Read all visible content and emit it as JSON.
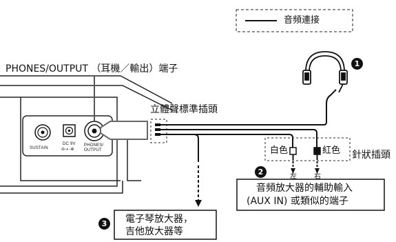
{
  "legend": {
    "label": "音頻連接"
  },
  "labels": {
    "phones_output": "PHONES/OUTPUT （耳機／輸出）端子",
    "stereo_plug": "立體聲標準插頭",
    "pin_plug": "針狀插頭",
    "white": "白色",
    "red": "紅色",
    "left": "左",
    "right": "右"
  },
  "panel": {
    "sustain": "SUSTAIN",
    "dc_line1": "DC 9V",
    "dc_line2": "⊖-◐-⊕",
    "phones_line1": "PHONES/",
    "phones_line2": "OUTPUT"
  },
  "callouts": [
    {
      "number": "1"
    },
    {
      "number": "2",
      "line1": "音頻放大器的輔助輸入",
      "line2": "(AUX IN) 或類似的端子"
    },
    {
      "number": "3",
      "line1": "電子琴放大器，",
      "line2": "吉他放大器等"
    }
  ]
}
